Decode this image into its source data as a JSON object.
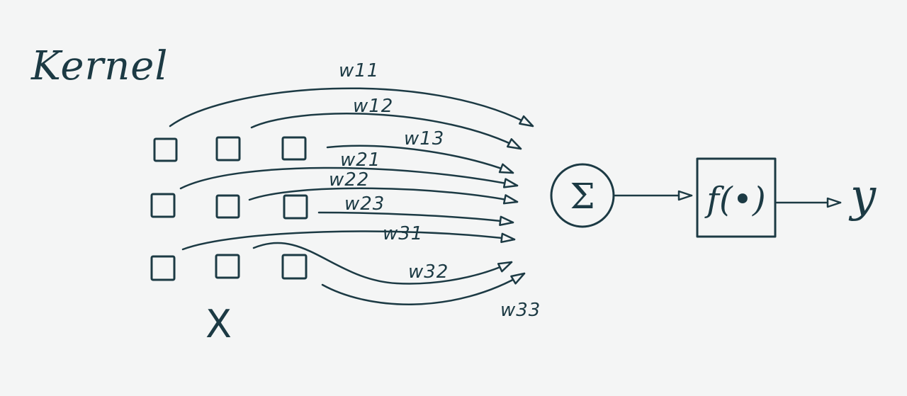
{
  "diagram": {
    "title": "Kernel",
    "input_label": "X",
    "sum_symbol": "Σ",
    "activation_label": "f(•)",
    "output_label": "y",
    "weights": [
      "w11",
      "w12",
      "w13",
      "w21",
      "w22",
      "w23",
      "w31",
      "w32",
      "w33"
    ],
    "kernel_size": [
      3,
      3
    ],
    "ink_color": "#1c3a44",
    "background_color": "#f4f5f5"
  }
}
